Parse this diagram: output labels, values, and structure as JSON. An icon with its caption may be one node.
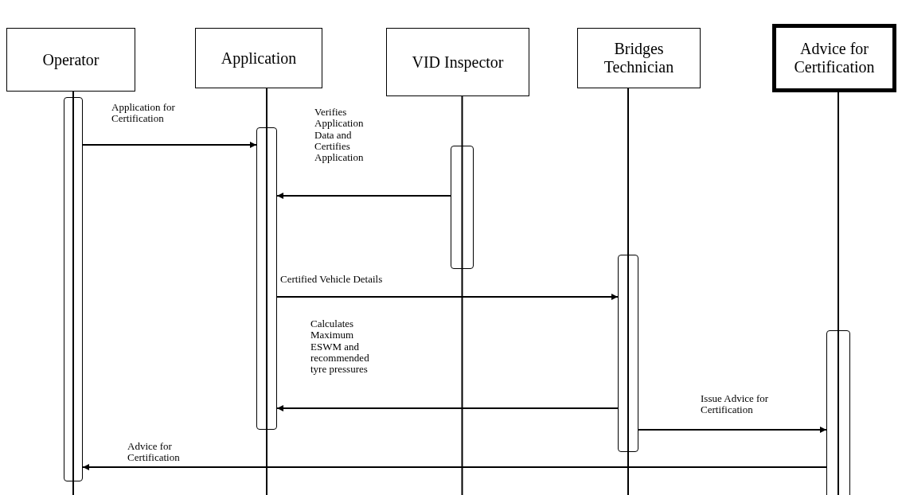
{
  "diagram": {
    "nodes": [
      {
        "text": [
          "Operator"
        ]
      },
      {
        "text": [
          "Application"
        ]
      },
      {
        "text": [
          "VID Inspector"
        ]
      },
      {
        "text": [
          "Bridges Technician"
        ]
      },
      {
        "text": [
          "Advice for Certification"
        ]
      },
      {
        "text": [],
        "shape": "bar"
      },
      {
        "text": [],
        "shape": "bar"
      },
      {
        "text": [],
        "shape": "bar"
      },
      {
        "text": [],
        "shape": "bar"
      },
      {
        "text": [],
        "shape": "bar"
      }
    ],
    "edges": [
      {
        "from": 5,
        "to": 6,
        "arrow": "to",
        "label": "Application for Certification"
      },
      {
        "from": 7,
        "to": 6,
        "arrow": "to",
        "label": "Verifies Application Data and Certifies Application"
      },
      {
        "from": 6,
        "to": 8,
        "arrow": "to",
        "label": "Certified Vehicle Details"
      },
      {
        "from": 8,
        "to": 6,
        "arrow": "to",
        "label": "Calculates Maximum ESWM and recommended tyre pressures"
      },
      {
        "from": 8,
        "to": 9,
        "arrow": "to",
        "label": "Issue Advice for Certification"
      },
      {
        "from": 9,
        "to": 5,
        "arrow": "to",
        "label": "Advice for Certification"
      },
      {
        "from": 0,
        "to": 5,
        "arrow": "none"
      },
      {
        "from": 1,
        "to": 6,
        "arrow": "none"
      },
      {
        "from": 2,
        "to": 7,
        "arrow": "none"
      },
      {
        "from": 3,
        "to": 8,
        "arrow": "none"
      },
      {
        "from": 4,
        "to": 9,
        "arrow": "none"
      }
    ]
  }
}
